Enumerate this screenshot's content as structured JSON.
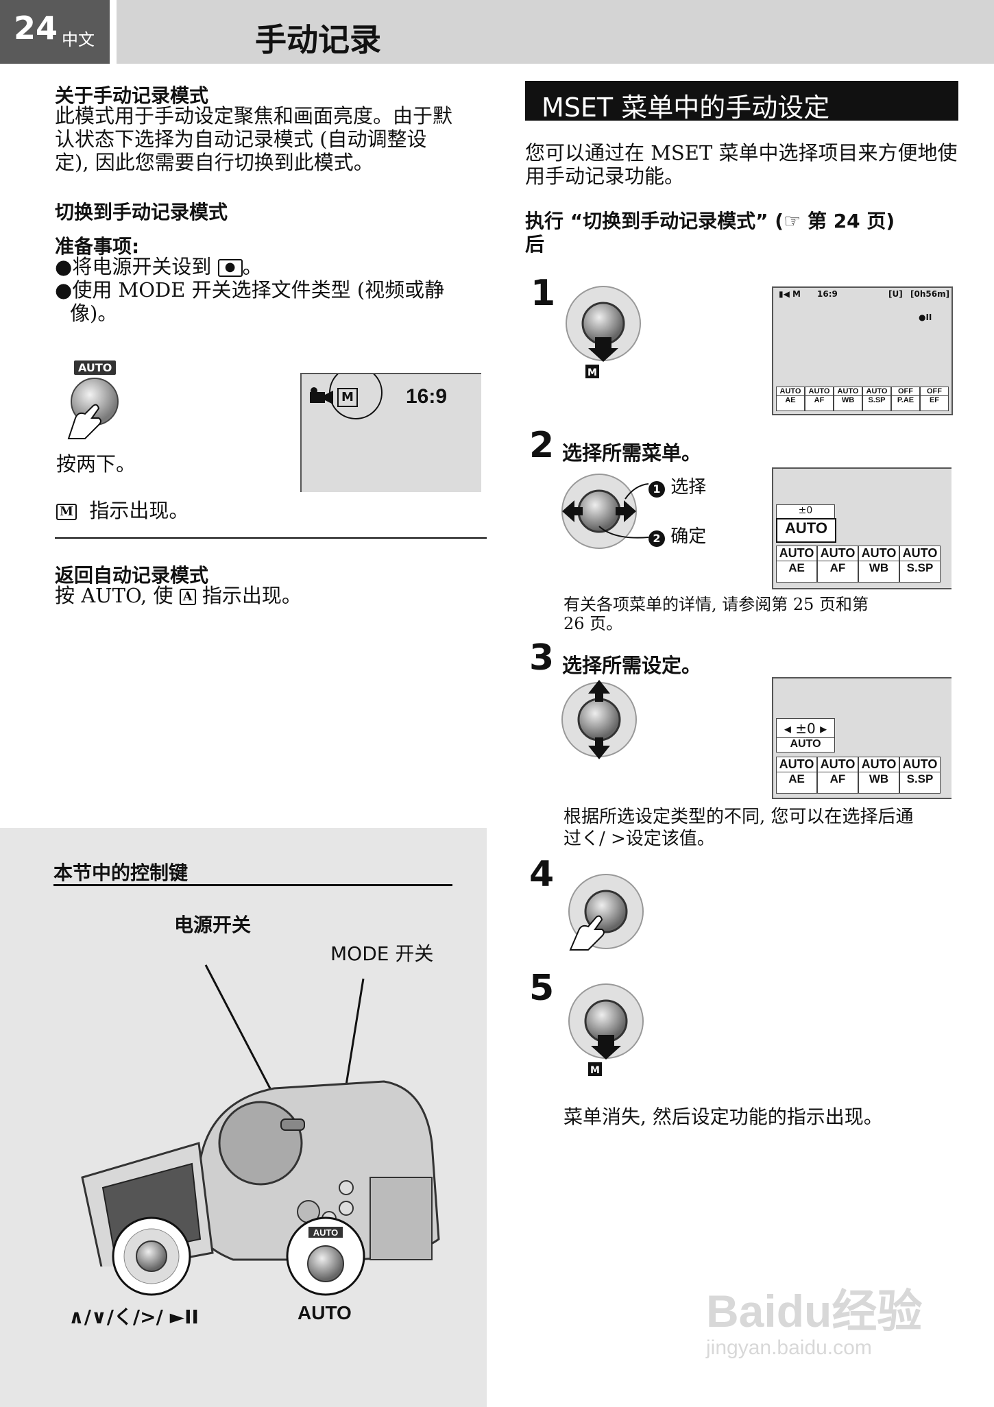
{
  "header": {
    "page_number": "24",
    "language": "中文",
    "title": "手动记录"
  },
  "left": {
    "s1_title": "关于手动记录模式",
    "s1_body": [
      "此模式用于手动设定聚焦和画面亮度。由于默",
      "认状态下选择为自动记录模式 (自动调整设",
      "定), 因此您需要自行切换到此模式。"
    ],
    "s2_title": "切换到手动记录模式",
    "prep_title": "准备事项:",
    "bullet1": "将电源开关设到",
    "bullet1_end": "。",
    "bullet2": [
      "使用 MODE 开关选择文件类型 (视频或静",
      "像)。"
    ],
    "auto_label": "AUTO",
    "press_twice": "按两下。",
    "lcd_ratio": "16:9",
    "m_indicator": "指示出现。",
    "s3_title": "返回自动记录模式",
    "s3_body_pre": "按 AUTO, 使",
    "s3_body_post": "指示出现。",
    "controls_title": "本节中的控制键",
    "power_switch": "电源开关",
    "mode_switch": "MODE 开关",
    "dpad_keys": "∧/∨/く/>/ ►II",
    "auto_button": "AUTO"
  },
  "right": {
    "banner": "MSET 菜单中的手动设定",
    "intro": [
      "您可以通过在 MSET 菜单中选择项目来方便地使",
      "用手动记录功能。"
    ],
    "exec": [
      "执行 “切换到手动记录模式” (☞ 第 24 页)",
      "后"
    ],
    "step1": "1",
    "lcd1_top": [
      "16:9",
      "[U]",
      "[0h56m]"
    ],
    "lcd1_cells": [
      [
        "AUTO",
        "AE"
      ],
      [
        "AUTO",
        "AF"
      ],
      [
        "AUTO",
        "WB"
      ],
      [
        "AUTO",
        "S.SP"
      ],
      [
        "OFF",
        "P.AE"
      ],
      [
        "OFF",
        "EF"
      ]
    ],
    "step2": "2",
    "step2_text": "选择所需菜单。",
    "select": "选择",
    "confirm": "确定",
    "lcd2_pm": "±0",
    "lcd2_auto": "AUTO",
    "lcd2_cells": [
      [
        "AUTO",
        "AE"
      ],
      [
        "AUTO",
        "AF"
      ],
      [
        "AUTO",
        "WB"
      ],
      [
        "AUTO",
        "S.SP"
      ]
    ],
    "step2_note": [
      "有关各项菜单的详情, 请参阅第 25 页和第",
      "26 页。"
    ],
    "step3": "3",
    "step3_text": "选择所需设定。",
    "lcd3_pm": "±0",
    "step3_note": [
      "根据所选设定类型的不同, 您可以在选择后通",
      "过く/ >设定该值。"
    ],
    "step4": "4",
    "step5": "5",
    "step5_note": "菜单消失, 然后设定功能的指示出现。",
    "watermark": [
      "Bai",
      "du",
      "经验",
      "jingyan.baidu.com"
    ]
  },
  "colors": {
    "header_dark": "#5a5a5a",
    "header_light": "#d4d4d4",
    "panel": "#e6e6e6",
    "banner": "#111111"
  }
}
